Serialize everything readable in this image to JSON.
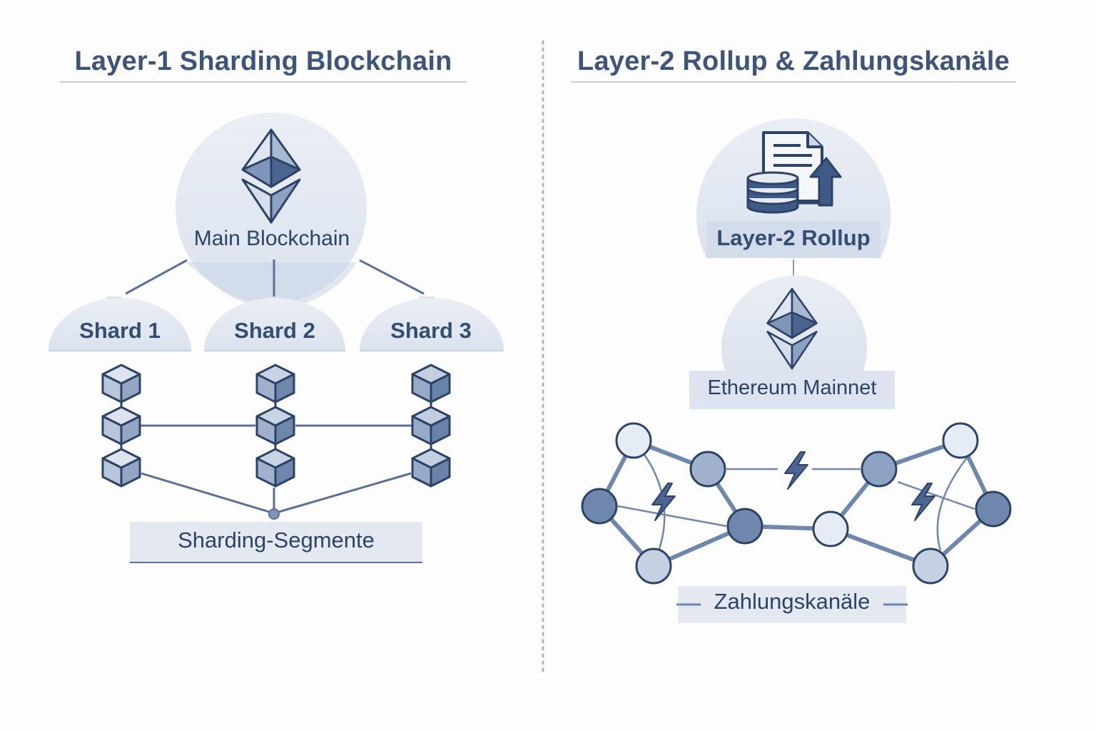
{
  "left": {
    "title": "Layer-1 Sharding Blockchain",
    "main_label": "Main Blockchain",
    "shards": [
      "Shard 1",
      "Shard 2",
      "Shard 3"
    ],
    "segment_label": "Sharding-Segmente"
  },
  "right": {
    "title": "Layer-2 Rollup & Zahlungskanäle",
    "rollup_label": "Layer-2 Rollup",
    "mainnet_label": "Ethereum Mainnet",
    "channels_label": "Zahlungskanäle"
  },
  "icons": {
    "main_chain": "ethereum-diamond-icon",
    "rollup": "document-coins-upload-icon",
    "mainnet": "ethereum-diamond-icon",
    "blocks": "cube-icon",
    "channel": "lightning-bolt-icon"
  },
  "colors": {
    "dark_navy": "#2d4366",
    "mid_blue": "#6f87ac",
    "light_blue": "#c5d1e3",
    "pale_fill": "#e3e9f2",
    "divider": "#a7b5c9"
  }
}
